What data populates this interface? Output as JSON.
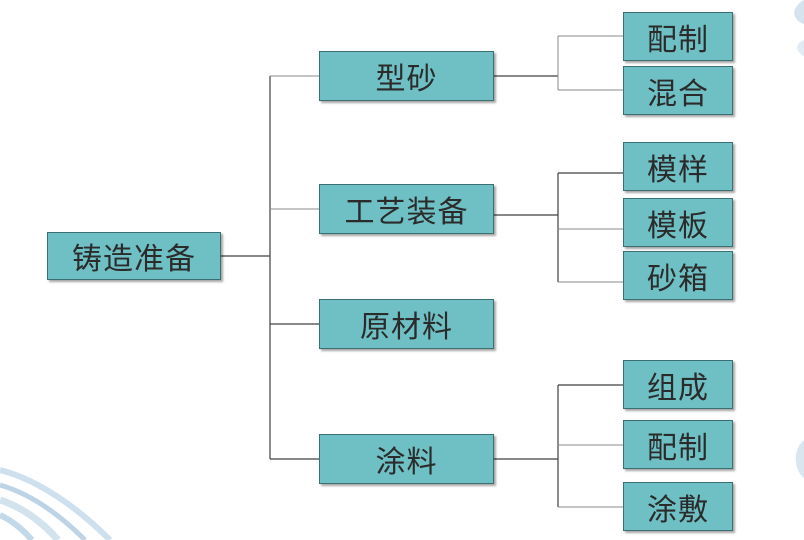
{
  "diagram": {
    "root": {
      "label": "铸造准备"
    },
    "branches": [
      {
        "label": "型砂",
        "children": [
          {
            "label": "配制"
          },
          {
            "label": "混合"
          }
        ]
      },
      {
        "label": "工艺装备",
        "children": [
          {
            "label": "模样"
          },
          {
            "label": "模板"
          },
          {
            "label": "砂箱"
          }
        ]
      },
      {
        "label": "原材料",
        "children": []
      },
      {
        "label": "涂料",
        "children": [
          {
            "label": "组成"
          },
          {
            "label": "配制"
          },
          {
            "label": "涂敷"
          }
        ]
      }
    ]
  },
  "colors": {
    "node_fill": "#6fc0c5",
    "node_border": "#3b6f73",
    "connector": "#404040",
    "text": "#2b2b2b"
  }
}
